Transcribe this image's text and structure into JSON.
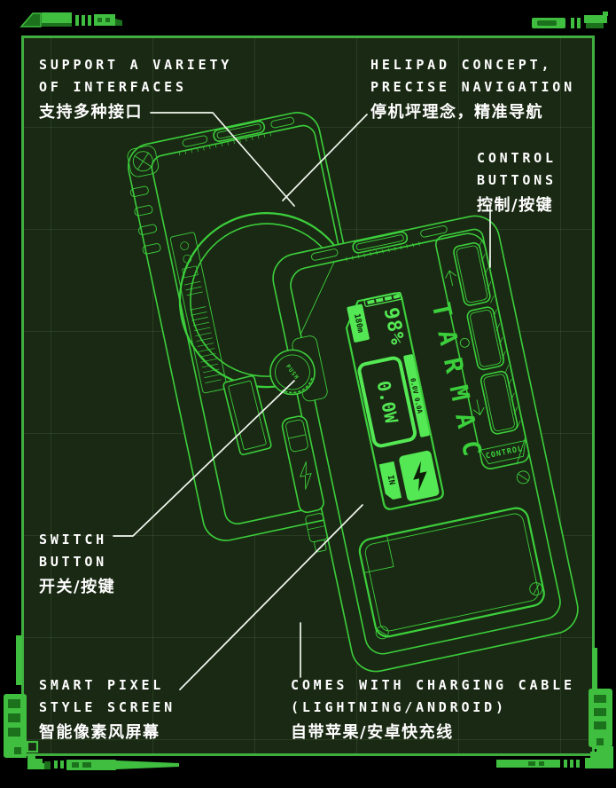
{
  "theme": {
    "background": "#000000",
    "panel_background": "#1a2913",
    "grid_line": "rgba(190,255,190,0.09)",
    "frame_green": "#3fae3f",
    "decoration_bright_green": "#3fbe3f",
    "decoration_dark_green": "#1c711c",
    "lineart_green": "#3ccf3c",
    "screen_green": "#54e854",
    "screen_dark": "#0d1e08",
    "callout_white": "#f2f8f0",
    "label_white": "#ffffff"
  },
  "annotations": {
    "interfaces": {
      "line1": "SUPPORT A VARIETY",
      "line2": "OF INTERFACES",
      "zh": "支持多种接口"
    },
    "helipad": {
      "line1": "HELIPAD CONCEPT,",
      "line2": "PRECISE NAVIGATION",
      "zh": "停机坪理念，精准导航"
    },
    "control": {
      "line1": "CONTROL",
      "line2": "BUTTONS",
      "zh": "控制/按键"
    },
    "switch": {
      "line1": "SWITCH",
      "line2": "BUTTON",
      "zh": "开关/按键"
    },
    "screen": {
      "line1": "SMART PIXEL",
      "line2": "STYLE SCREEN",
      "zh": "智能像素风屏幕"
    },
    "cable": {
      "line1": "COMES WITH CHARGING CABLE",
      "line2": "(LIGHTNING/ANDROID)",
      "zh": "自带苹果/安卓快充线"
    }
  },
  "device": {
    "brand": "TARMAC",
    "display": {
      "runtime": "180m",
      "battery_percent": "98%",
      "power": "0.0W",
      "volt_amp": "0.0V 0.0A",
      "input_label": "IN"
    },
    "control_label": "CONTROL",
    "push_label": "PUSH"
  },
  "icons": {
    "control_buttons": [
      "arrow-up",
      "circle",
      "arrow-down"
    ],
    "screen_input": "lightning-bolt",
    "cable_plug": "lightning-bolt"
  }
}
